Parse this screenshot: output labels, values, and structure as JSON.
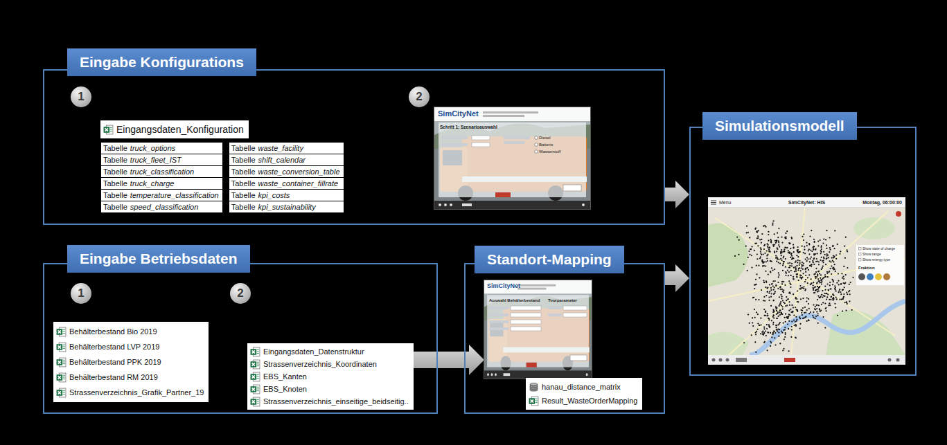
{
  "diagram": {
    "nodes": [
      {
        "text": [
          "Eingabe Konfigurations"
        ]
      },
      {
        "text": [
          "1"
        ],
        "in": 0
      },
      {
        "text": [
          "2"
        ],
        "in": 0
      },
      {
        "text": [
          "Eingangsdaten_Konfiguration"
        ],
        "in": 0
      },
      {
        "text": [
          "SimCityNet",
          "Schritt 1: Szenarioauswahl",
          "Diesel",
          "Batterie",
          "Wasserstoff"
        ],
        "in": 0
      },
      {
        "text": [
          "Eingabe Betriebsdaten"
        ]
      },
      {
        "text": [
          "1"
        ],
        "in": 5
      },
      {
        "text": [
          "2"
        ],
        "in": 5
      },
      {
        "text": [
          "Behälterbestand Bio 2019",
          "Behälterbestand LVP 2019",
          "Behälterbestand PPK 2019",
          "Behälterbestand RM 2019",
          "Strassenverzeichnis_Grafik_Partner_19"
        ],
        "in": 5
      },
      {
        "text": [
          "Eingangsdaten_Datenstruktur",
          "Strassenverzeichnis_Koordinaten",
          "EBS_Kanten",
          "EBS_Knoten",
          "Strassenverzeichnis_einseitige_beidseitig.."
        ],
        "in": 5
      },
      {
        "text": [
          "Standort-Mapping"
        ]
      },
      {
        "text": [
          "SimCityNet",
          "Auswahl Behälterbestand",
          "Tourparameter"
        ],
        "in": 10
      },
      {
        "text": [
          "hanau_distance_matrix",
          "Result_WasteOrderMapping"
        ],
        "in": 10
      },
      {
        "text": [
          "Simulationsmodell"
        ]
      },
      {
        "text": [
          "Menu",
          "SimCityNet: HIS",
          "Montag, 06:00:00",
          "Show state of charge",
          "Show range",
          "Show energy type",
          "Fraktion"
        ],
        "in": 13
      }
    ],
    "edges": [
      {
        "from": 0,
        "to": 13,
        "arrow": "to"
      },
      {
        "from": 9,
        "to": 11,
        "arrow": "to"
      },
      {
        "from": 10,
        "to": 13,
        "arrow": "to"
      }
    ],
    "labels": [
      "Tabelle",
      "truck_options",
      "Tabelle",
      "waste_facility",
      "Tabelle",
      "truck_fleet_IST",
      "Tabelle",
      "shift_calendar",
      "Tabelle",
      "truck_classification",
      "Tabelle",
      "waste_conversion_table",
      "Tabelle",
      "truck_charge",
      "Tabelle",
      "waste_container_fillrate",
      "Tabelle",
      "temperature_classification",
      "Tabelle",
      "kpi_costs",
      "Tabelle",
      "speed_classification",
      "Tabelle",
      "kpi_sustainability"
    ]
  }
}
